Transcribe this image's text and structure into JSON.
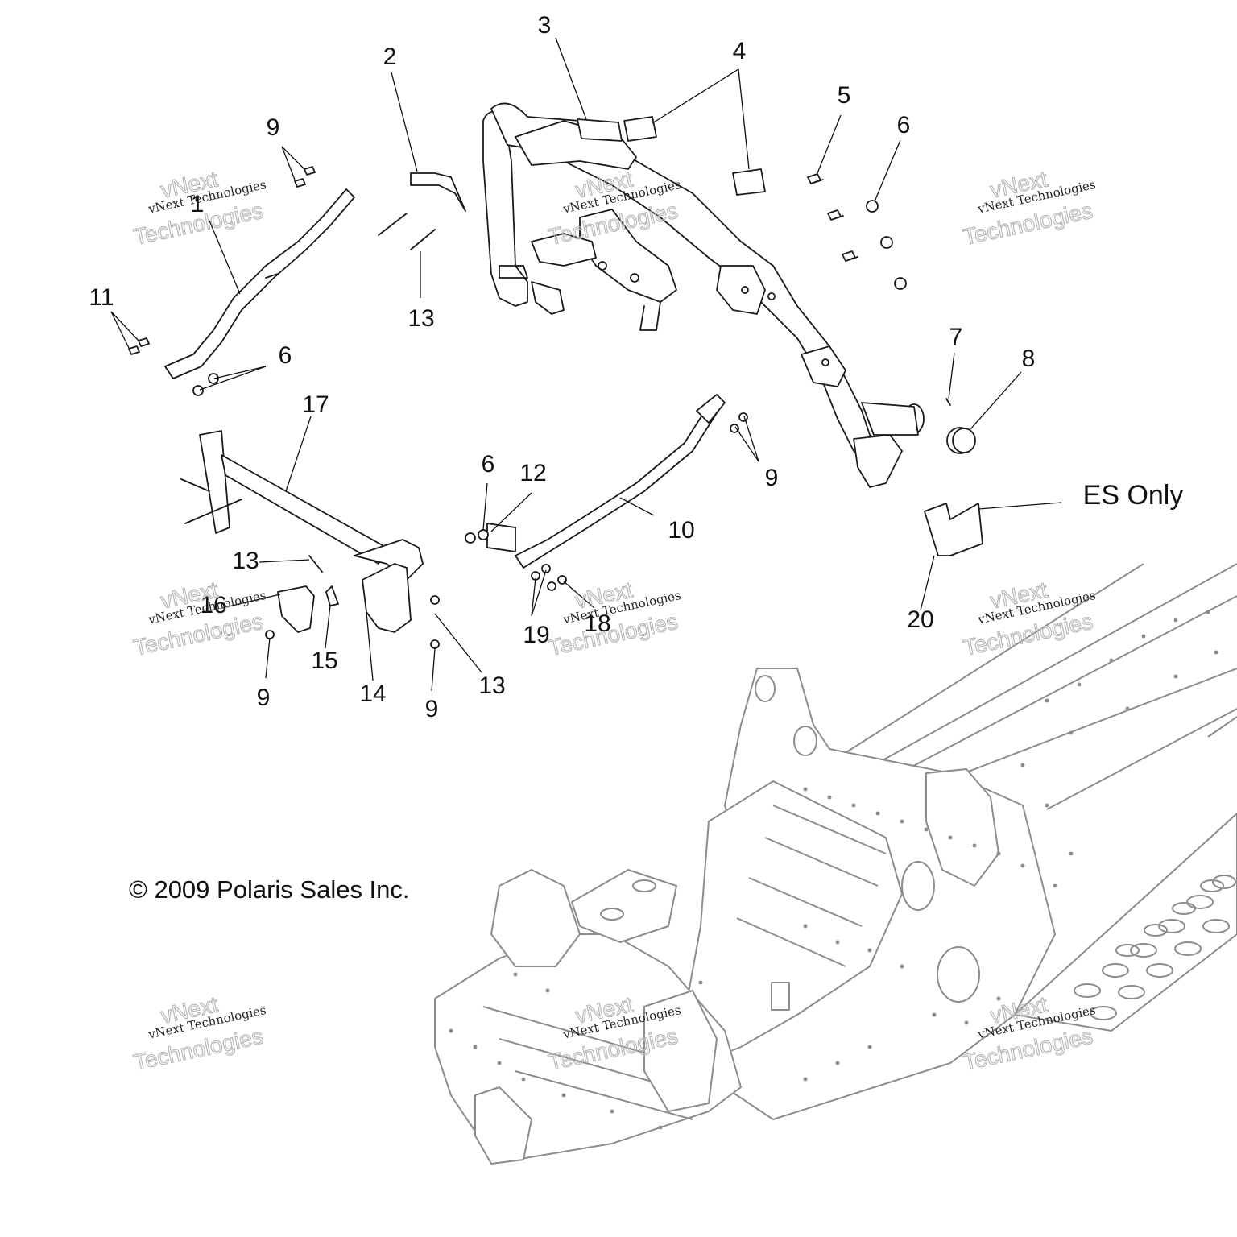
{
  "diagram": {
    "callouts": [
      {
        "id": "c1",
        "label": "1"
      },
      {
        "id": "c2",
        "label": "2"
      },
      {
        "id": "c3",
        "label": "3"
      },
      {
        "id": "c4",
        "label": "4"
      },
      {
        "id": "c5",
        "label": "5"
      },
      {
        "id": "c6a",
        "label": "6"
      },
      {
        "id": "c6b",
        "label": "6"
      },
      {
        "id": "c6c",
        "label": "6"
      },
      {
        "id": "c7",
        "label": "7"
      },
      {
        "id": "c8",
        "label": "8"
      },
      {
        "id": "c9a",
        "label": "9"
      },
      {
        "id": "c9b",
        "label": "9"
      },
      {
        "id": "c9c",
        "label": "9"
      },
      {
        "id": "c9d",
        "label": "9"
      },
      {
        "id": "c10",
        "label": "10"
      },
      {
        "id": "c11",
        "label": "11"
      },
      {
        "id": "c12",
        "label": "12"
      },
      {
        "id": "c13a",
        "label": "13"
      },
      {
        "id": "c13b",
        "label": "13"
      },
      {
        "id": "c13c",
        "label": "13"
      },
      {
        "id": "c14",
        "label": "14"
      },
      {
        "id": "c15",
        "label": "15"
      },
      {
        "id": "c16",
        "label": "16"
      },
      {
        "id": "c17",
        "label": "17"
      },
      {
        "id": "c18",
        "label": "18"
      },
      {
        "id": "c19",
        "label": "19"
      },
      {
        "id": "c20",
        "label": "20"
      }
    ],
    "es_note": "ES Only",
    "copyright": "© 2009 Polaris Sales Inc.",
    "watermark": {
      "line1": "vNext",
      "line2": "vNext Technologies",
      "line3": "Technologies"
    }
  }
}
